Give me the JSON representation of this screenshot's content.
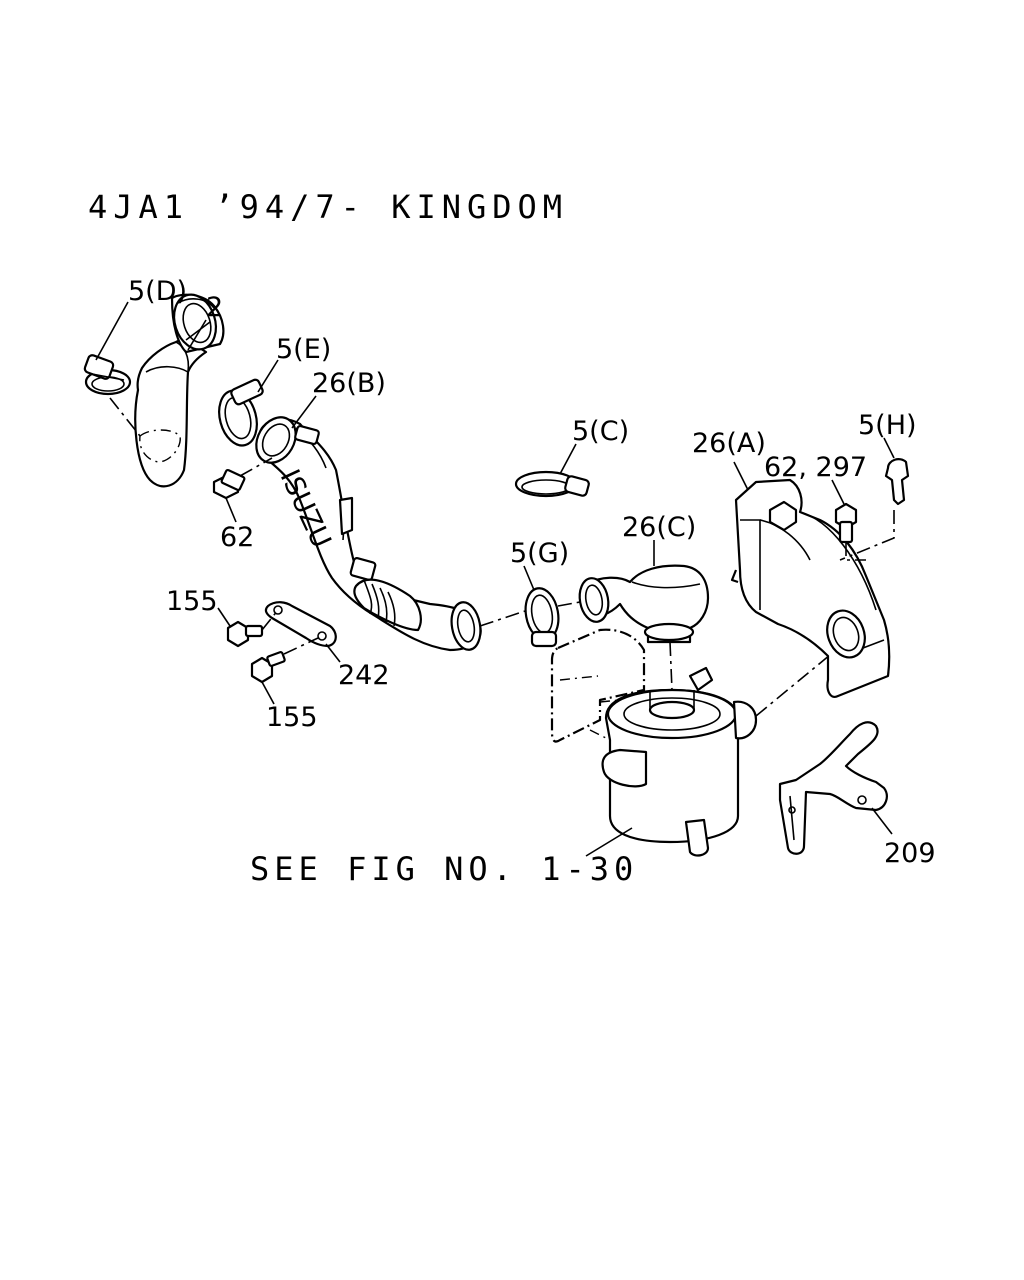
{
  "title": "4JA1 ’94/7- KINGDOM",
  "note": "SEE FIG NO. 1-30",
  "hose_marking": "ISUZU",
  "labels": {
    "clamp_d": "5(D)",
    "hose_2": "2",
    "clamp_e": "5(E)",
    "duct_b": "26(B)",
    "bolt_62": "62",
    "clamp_c": "5(C)",
    "duct_a": "26(A)",
    "bolt_62_297": "62, 297",
    "clip_h": "5(H)",
    "duct_c": "26(C)",
    "clamp_g": "5(G)",
    "bolt_155_top": "155",
    "bracket_242": "242",
    "bolt_155_bottom": "155",
    "bracket_209": "209"
  }
}
